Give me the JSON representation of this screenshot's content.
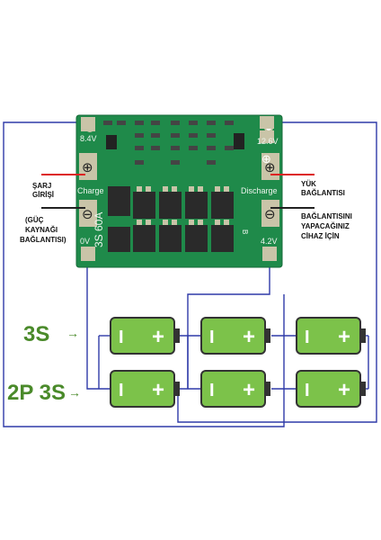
{
  "board": {
    "model_label": "3S 60A",
    "pad_top_left": "8.4V",
    "pad_top_right": "12.6V",
    "pad_left_mid": "Charge",
    "pad_right_mid": "Discharge",
    "pad_bottom_left": "0V",
    "pad_bottom_right": "4.2V",
    "plus_glyph": "⊕",
    "minus_glyph": "⊖",
    "silk_b": "B",
    "colors": {
      "pcb": "#1f8a4a",
      "pad": "#c9c4a8",
      "mosfet": "#2a2a2a",
      "wire_positive": "#dd2222",
      "wire_negative": "#222222",
      "wiring": "#2f3aa8"
    }
  },
  "labels": {
    "charge_input_line1": "ŞARJ",
    "charge_input_line2": "GİRİŞİ",
    "power_source_line1": "(GÜÇ",
    "power_source_line2": "KAYNAĞI",
    "power_source_line3": "BAĞLANTISI)",
    "load_line1": "YÜK",
    "load_line2": "BAĞLANTISI",
    "load_device_line1": "BAĞLANTISINI",
    "load_device_line2": "YAPACAĞINIZ",
    "load_device_line3": "CİHAZ İÇİN"
  },
  "configs": {
    "row1": "3S",
    "row2": "2P 3S"
  },
  "arrow_glyph": "→",
  "battery": {
    "minus_glyph": "I",
    "plus_glyph": "+",
    "color_body": "#7cc24a",
    "color_cap": "#333333"
  }
}
